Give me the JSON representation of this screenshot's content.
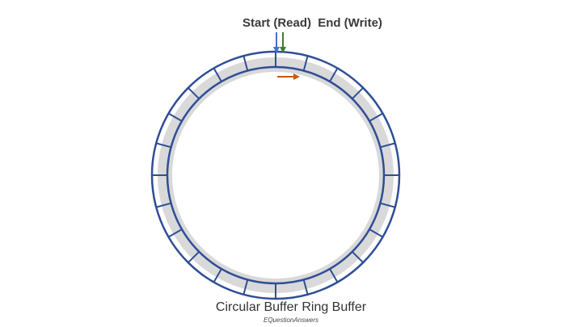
{
  "labels": {
    "start": "Start (Read)",
    "end": "End (Write)"
  },
  "caption": "Circular Buffer Ring Buffer",
  "watermark": "EQuestionAnswers",
  "ring": {
    "segment_count": 24,
    "fill_color": "#d9d9d9",
    "stroke_color": "#2f4e96"
  },
  "pointers": {
    "start_color": "#4472c4",
    "end_color": "#3e7d2f",
    "direction_color": "#c55a11"
  }
}
